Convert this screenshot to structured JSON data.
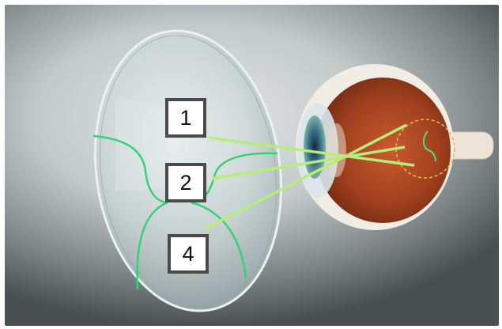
{
  "labels": [
    {
      "id": "label-1",
      "text": "1"
    },
    {
      "id": "label-2",
      "text": "2"
    },
    {
      "id": "label-4",
      "text": "4"
    }
  ],
  "colors": {
    "ray": "#b8ec7a",
    "lens_line": "#34d17a",
    "retina": "#a2411f",
    "iris": "#3f7f9a",
    "box_border": "#4a4a4a"
  }
}
